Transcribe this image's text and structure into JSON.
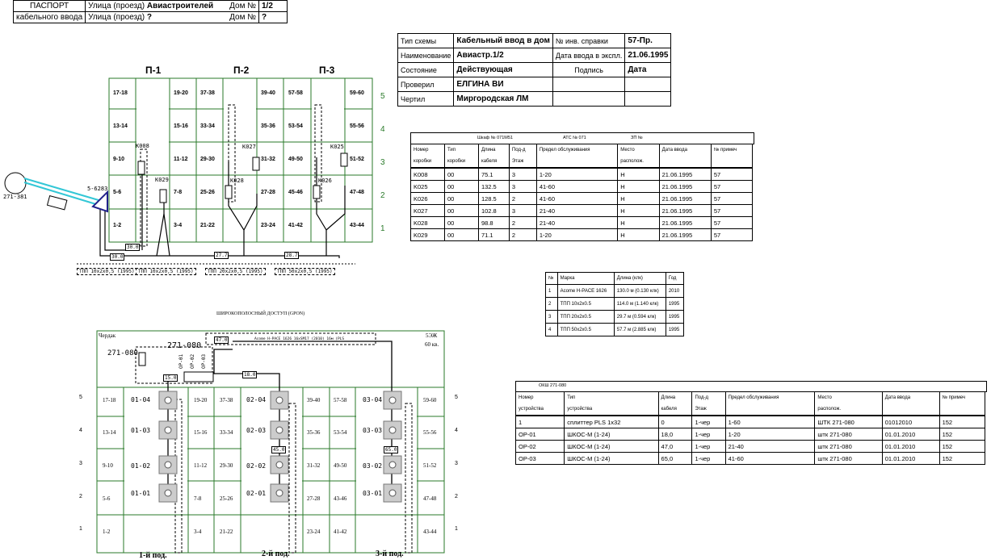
{
  "passport": {
    "label1": "ПАСПОРТ",
    "label2": "кабельного ввода",
    "street_label1": "Улица (проезд)",
    "street_value1": "Авиастроителей",
    "street_label2": "Улица (проезд)",
    "street_value2": "?",
    "house_label1": "Дом №",
    "house_value1": "1/2",
    "house_label2": "Дом №",
    "house_value2": "?"
  },
  "info": {
    "rows": [
      [
        "Тип схемы",
        "Кабельный ввод в дом",
        "№ инв. справки",
        "57-Пр."
      ],
      [
        "Наименование",
        "Авиастр.1/2",
        "Дата ввода в экспл.",
        "21.06.1995"
      ],
      [
        "Состояние",
        "Действующая",
        "Подпись",
        "Дата"
      ],
      [
        "Проверил",
        "ЕЛГИНА ВИ",
        "",
        ""
      ],
      [
        "Чертил",
        "Миргородская ЛМ",
        "",
        ""
      ]
    ]
  },
  "boxes": {
    "title_left": "Шкаф № 071М51",
    "title_mid": "АТС №    071",
    "title_right": "ЗП №",
    "headers_top": [
      "Номер",
      "Тип",
      "Длина",
      "Под-д",
      "Предел обслуживания",
      "Место",
      "Дата ввода",
      "№ примеч"
    ],
    "headers_bottom": [
      "коробки",
      "коробки",
      "кабеля",
      "Этаж",
      "",
      "располож.",
      "",
      ""
    ],
    "rows": [
      [
        "K008",
        "00",
        "75.1",
        "3",
        "1-20",
        "Н",
        "21.06.1995",
        "57"
      ],
      [
        "K025",
        "00",
        "132.5",
        "3",
        "41-60",
        "Н",
        "21.06.1995",
        "57"
      ],
      [
        "K026",
        "00",
        "128.5",
        "2",
        "41-60",
        "Н",
        "21.06.1995",
        "57"
      ],
      [
        "K027",
        "00",
        "102.8",
        "3",
        "21-40",
        "Н",
        "21.06.1995",
        "57"
      ],
      [
        "K028",
        "00",
        "98.8",
        "2",
        "21-40",
        "Н",
        "21.06.1995",
        "57"
      ],
      [
        "K029",
        "00",
        "71.1",
        "2",
        "1-20",
        "Н",
        "21.06.1995",
        "57"
      ]
    ]
  },
  "cables": {
    "headers": [
      "№",
      "Марка",
      "Длина (клк)",
      "Год"
    ],
    "rows": [
      [
        "1",
        "Acome H-PACE 1626",
        "130.0 м  (0.130 клк)",
        "2010"
      ],
      [
        "2",
        "ТПП 10х2х0.5",
        "114.0 м  (1.140 клк)",
        "1995"
      ],
      [
        "3",
        "ТПП 20х2х0.5",
        "29.7 м  (0.594 клк)",
        "1995"
      ],
      [
        "4",
        "ТПП 50х2х0.5",
        "57.7 м  (2.885 клк)",
        "1995"
      ]
    ]
  },
  "devices": {
    "title": "ОКШ 271-080",
    "headers_top": [
      "Номер",
      "Тип",
      "Длина",
      "Под-д",
      "Предел обслуживания",
      "Место",
      "Дата ввода",
      "№ примеч"
    ],
    "headers_bottom": [
      "устройства",
      "устройства",
      "кабеля",
      "Этаж",
      "",
      "располож.",
      "",
      ""
    ],
    "rows": [
      [
        "1",
        "сплиттер PLS 1x32",
        "0",
        "1-чер",
        "1-60",
        "ШТК 271-080",
        "01012010",
        "152"
      ],
      [
        "ОР-01",
        "ШКОС-М (1-24)",
        "18,0",
        "1-чер",
        "1-20",
        "штк 271-080",
        "01.01.2010",
        "152"
      ],
      [
        "ОР-02",
        "ШКОС-М (1-24)",
        "47,0",
        "1-чер",
        "21-40",
        "штк 271-080",
        "01.01.2010",
        "152"
      ],
      [
        "ОР-03",
        "ШКОС-М (1-24)",
        "65,0",
        "1-чер",
        "41-60",
        "штк 271-080",
        "01.01.2010",
        "152"
      ]
    ]
  },
  "scheme1": {
    "entrances": [
      "П-1",
      "П-2",
      "П-3"
    ],
    "floors": [
      "5",
      "4",
      "3",
      "2",
      "1"
    ],
    "apts": [
      [
        "17-18",
        "19-20",
        "37-38",
        "39-40",
        "57-58",
        "59-60"
      ],
      [
        "13-14",
        "15-16",
        "33-34",
        "35-36",
        "53-54",
        "55-56"
      ],
      [
        "9-10",
        "11-12",
        "29-30",
        "31-32",
        "49-50",
        "51-52"
      ],
      [
        "5-6",
        "7-8",
        "25-26",
        "27-28",
        "45-46",
        "47-48"
      ],
      [
        "1-2",
        "3-4",
        "21-22",
        "23-24",
        "41-42",
        "43-44"
      ]
    ],
    "box_labels": [
      "K008",
      "K029",
      "K027",
      "K028",
      "K025",
      "K026"
    ],
    "well_label": "271-381",
    "sleeve_label": "5-6283",
    "lengths": [
      "30.0",
      "30.0",
      "27.7",
      "28.7"
    ],
    "cable_notes": [
      "ТПП 10х2х0,5 (1995)",
      "ТПП 10х2х0,5 (1995)",
      "ТПП 20х2х0,5 (1995)",
      "ТПП 50х2х0,5 (1995)"
    ]
  },
  "scheme2": {
    "title": "ШИРОКОПОЛОСНЫЙ ДОСТУП (GPON)",
    "attic_label": "Чердак",
    "floors_label": "5ЭЖ",
    "apt_count_label": "60 кв.",
    "cabinet_label": "271-080",
    "cabinet_label2": "271-080",
    "vertical_labels": [
      "ОР-01",
      "ОР-02",
      "ОР-03"
    ],
    "main_cable": "Acome H-PACE 1626 16xSM17 (2010) 16м (PLS",
    "lengths": [
      "47.0",
      "18.0",
      "65.0",
      "15.0",
      "45.0"
    ],
    "floors": [
      "5",
      "4",
      "3",
      "2",
      "1"
    ],
    "apts": [
      [
        "17-18",
        "19-20",
        "37-38",
        "39-40",
        "57-58",
        "59-60"
      ],
      [
        "13-14",
        "15-16",
        "33-34",
        "35-36",
        "53-54",
        "55-56"
      ],
      [
        "9-10",
        "11-12",
        "29-30",
        "31-32",
        "49-50",
        "51-52"
      ],
      [
        "5-6",
        "7-8",
        "25-26",
        "27-28",
        "43-46",
        "47-48"
      ],
      [
        "1-2",
        "3-4",
        "21-22",
        "23-24",
        "41-42",
        "43-44"
      ]
    ],
    "od_labels": [
      [
        "01-04",
        "02-04",
        "03-04"
      ],
      [
        "01-03",
        "02-03",
        "03-03"
      ],
      [
        "01-02",
        "02-02",
        "03-02"
      ],
      [
        "01-01",
        "02-01",
        "03-01"
      ]
    ],
    "entrances": [
      "1-й под.",
      "2-й под.",
      "3-й под."
    ]
  },
  "colors": {
    "grid_green": "#2a7a2a",
    "cable_cyan": "#33c7d6",
    "sleeve_blue": "#20208a"
  }
}
